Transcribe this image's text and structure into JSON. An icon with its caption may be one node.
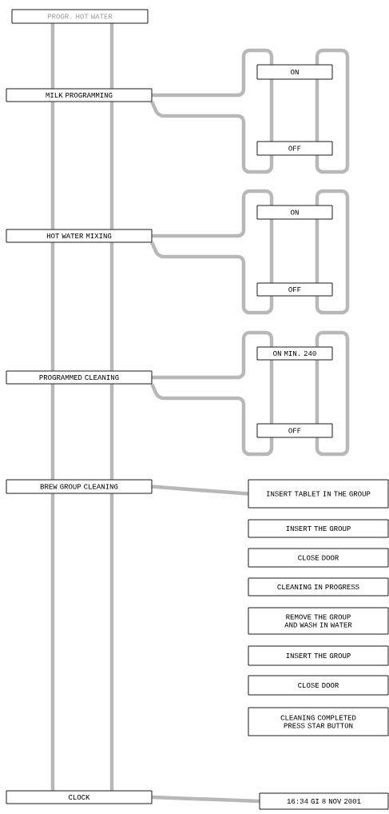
{
  "diagram": {
    "nodes": [
      {
        "text": [
          "PROGR. HOT WATER"
        ]
      },
      {
        "text": [
          "MILK PROGRAMMING"
        ]
      },
      {
        "text": [
          "ON"
        ]
      },
      {
        "text": [
          "OFF"
        ]
      },
      {
        "text": [
          "HOT WATER MIXING"
        ]
      },
      {
        "text": [
          "ON"
        ]
      },
      {
        "text": [
          "OFF"
        ]
      },
      {
        "text": [
          "PROGRAMMED CLEANING"
        ]
      },
      {
        "text": [
          "ON MIN. 240"
        ]
      },
      {
        "text": [
          "OFF"
        ]
      },
      {
        "text": [
          "BREW GROUP CLEANING"
        ]
      },
      {
        "text": [
          "INSERT TABLET IN THE GROUP"
        ]
      },
      {
        "text": [
          "INSERT THE GROUP"
        ]
      },
      {
        "text": [
          "CLOSE DOOR"
        ]
      },
      {
        "text": [
          "CLEANING IN PROGRESS"
        ]
      },
      {
        "text": [
          "REMOVE THE GROUP AND WASH IN WATER"
        ]
      },
      {
        "text": [
          "INSERT THE GROUP"
        ]
      },
      {
        "text": [
          "CLOSE DOOR"
        ]
      },
      {
        "text": [
          "CLEANING COMPLETED PRESS STAR BUTTON"
        ]
      },
      {
        "text": [
          "CLOCK"
        ]
      },
      {
        "text": [
          "16:34 GI 8 NOV 2001"
        ]
      }
    ],
    "edges": [
      {
        "from": 0,
        "to": 1,
        "arrow": "none"
      },
      {
        "from": 0,
        "to": 1,
        "arrow": "none"
      },
      {
        "from": 1,
        "to": 2,
        "arrow": "none"
      },
      {
        "from": 3,
        "to": 1,
        "arrow": "none"
      },
      {
        "from": 2,
        "to": 3,
        "arrow": "none"
      },
      {
        "from": 2,
        "to": 3,
        "arrow": "none"
      },
      {
        "from": 3,
        "to": 2,
        "arrow": "none"
      },
      {
        "from": 1,
        "to": 4,
        "arrow": "none"
      },
      {
        "from": 1,
        "to": 4,
        "arrow": "none"
      },
      {
        "from": 4,
        "to": 5,
        "arrow": "none"
      },
      {
        "from": 6,
        "to": 4,
        "arrow": "none"
      },
      {
        "from": 5,
        "to": 6,
        "arrow": "none"
      },
      {
        "from": 5,
        "to": 6,
        "arrow": "none"
      },
      {
        "from": 6,
        "to": 5,
        "arrow": "none"
      },
      {
        "from": 4,
        "to": 7,
        "arrow": "none"
      },
      {
        "from": 4,
        "to": 7,
        "arrow": "none"
      },
      {
        "from": 7,
        "to": 8,
        "arrow": "none"
      },
      {
        "from": 9,
        "to": 7,
        "arrow": "none"
      },
      {
        "from": 8,
        "to": 9,
        "arrow": "none"
      },
      {
        "from": 8,
        "to": 9,
        "arrow": "none"
      },
      {
        "from": 9,
        "to": 8,
        "arrow": "none"
      },
      {
        "from": 7,
        "to": 10,
        "arrow": "none"
      },
      {
        "from": 7,
        "to": 10,
        "arrow": "none"
      },
      {
        "from": 10,
        "to": 11,
        "arrow": "none"
      },
      {
        "from": 10,
        "to": 19,
        "arrow": "none"
      },
      {
        "from": 10,
        "to": 19,
        "arrow": "none"
      },
      {
        "from": 19,
        "to": 20,
        "arrow": "none"
      }
    ]
  }
}
